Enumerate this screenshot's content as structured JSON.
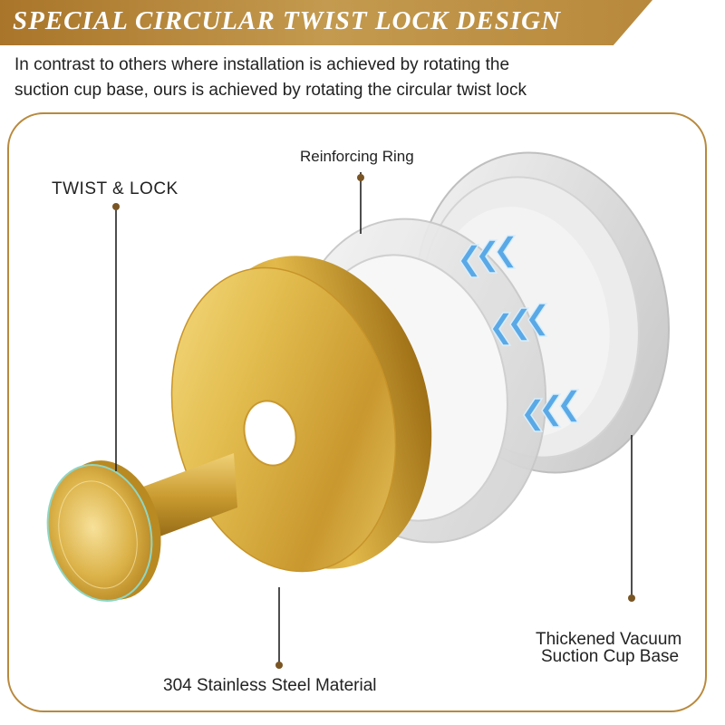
{
  "banner": {
    "title": "SPECIAL CIRCULAR TWIST LOCK DESIGN"
  },
  "description": {
    "line1": "In contrast to others where installation is achieved by rotating the",
    "line2": "suction cup base, ours is achieved by rotating the circular twist lock"
  },
  "callouts": {
    "twist_lock": "TWIST & LOCK",
    "reinforcing_ring": "Reinforcing Ring",
    "steel_material": "304 Stainless Steel Material",
    "base_line1": "Thickened Vacuum",
    "base_line2": "Suction Cup Base"
  },
  "colors": {
    "accent_gold": "#b8893c",
    "arrow_blue": "#5aa9e6"
  }
}
